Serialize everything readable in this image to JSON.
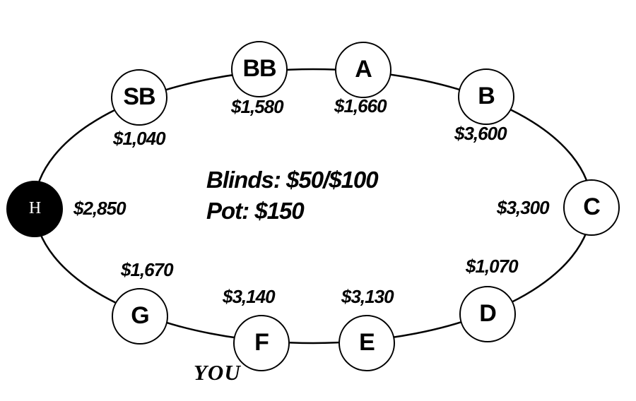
{
  "table": {
    "blinds_label": "Blinds: $50/$100",
    "pot_label": "Pot: $150",
    "you_label": "YOU",
    "blinds": "$50/$100",
    "pot": "$150"
  },
  "seats": [
    {
      "id": "SB",
      "label": "SB",
      "stack": "$1,040",
      "dealer": false
    },
    {
      "id": "BB",
      "label": "BB",
      "stack": "$1,580",
      "dealer": false
    },
    {
      "id": "A",
      "label": "A",
      "stack": "$1,660",
      "dealer": false
    },
    {
      "id": "B",
      "label": "B",
      "stack": "$3,600",
      "dealer": false
    },
    {
      "id": "C",
      "label": "C",
      "stack": "$3,300",
      "dealer": false
    },
    {
      "id": "D",
      "label": "D",
      "stack": "$1,070",
      "dealer": false
    },
    {
      "id": "E",
      "label": "E",
      "stack": "$3,130",
      "dealer": false
    },
    {
      "id": "F",
      "label": "F",
      "stack": "$3,140",
      "dealer": false,
      "is_you": true
    },
    {
      "id": "G",
      "label": "G",
      "stack": "$1,670",
      "dealer": false
    },
    {
      "id": "H",
      "label": "H",
      "stack": "$2,850",
      "dealer": true
    }
  ],
  "colors": {
    "ink": "#000000",
    "paper": "#ffffff",
    "dealer_fill": "#000000",
    "dealer_text": "#ffffff"
  }
}
